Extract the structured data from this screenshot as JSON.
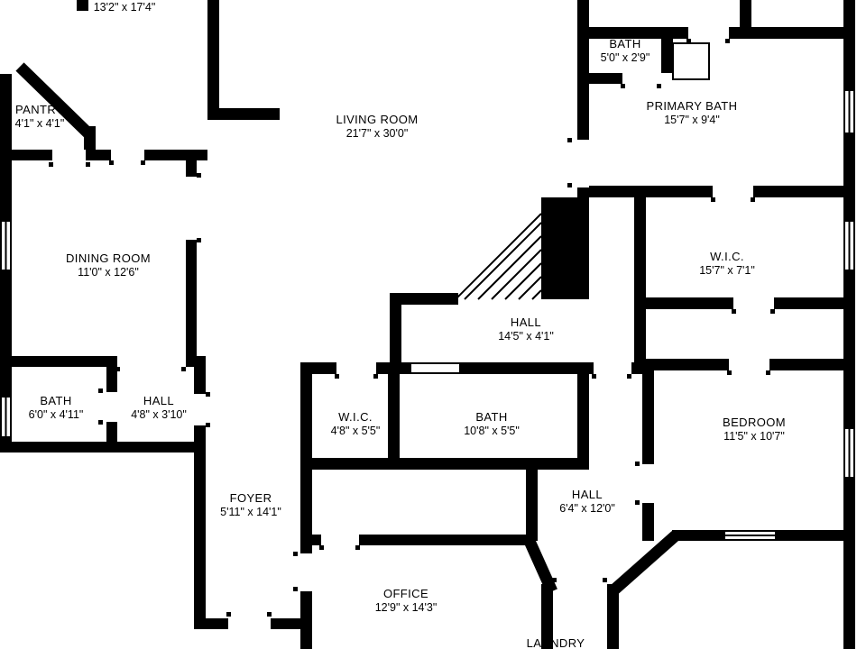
{
  "floorplan": {
    "background": "#ffffff",
    "wall_color": "#000000",
    "rooms": [
      {
        "name": "",
        "dims": "13'2\" x 17'4\""
      },
      {
        "name": "PANTRY",
        "dims": "4'1\" x 4'1\""
      },
      {
        "name": "LIVING ROOM",
        "dims": "21'7\" x 30'0\""
      },
      {
        "name": "BATH",
        "dims": "5'0\" x 2'9\""
      },
      {
        "name": "PRIMARY BATH",
        "dims": "15'7\" x 9'4\""
      },
      {
        "name": "DINING ROOM",
        "dims": "11'0\" x 12'6\""
      },
      {
        "name": "W.I.C.",
        "dims": "15'7\" x 7'1\""
      },
      {
        "name": "HALL",
        "dims": "14'5\" x 4'1\""
      },
      {
        "name": "BATH",
        "dims": "6'0\" x 4'11\""
      },
      {
        "name": "HALL",
        "dims": "4'8\" x 3'10\""
      },
      {
        "name": "W.I.C.",
        "dims": "4'8\" x 5'5\""
      },
      {
        "name": "BATH",
        "dims": "10'8\" x 5'5\""
      },
      {
        "name": "BEDROOM",
        "dims": "11'5\" x 10'7\""
      },
      {
        "name": "FOYER",
        "dims": "5'11\" x 14'1\""
      },
      {
        "name": "HALL",
        "dims": "6'4\" x 12'0\""
      },
      {
        "name": "OFFICE",
        "dims": "12'9\" x 14'3\""
      },
      {
        "name": "LAUNDRY",
        "dims": ""
      }
    ]
  }
}
